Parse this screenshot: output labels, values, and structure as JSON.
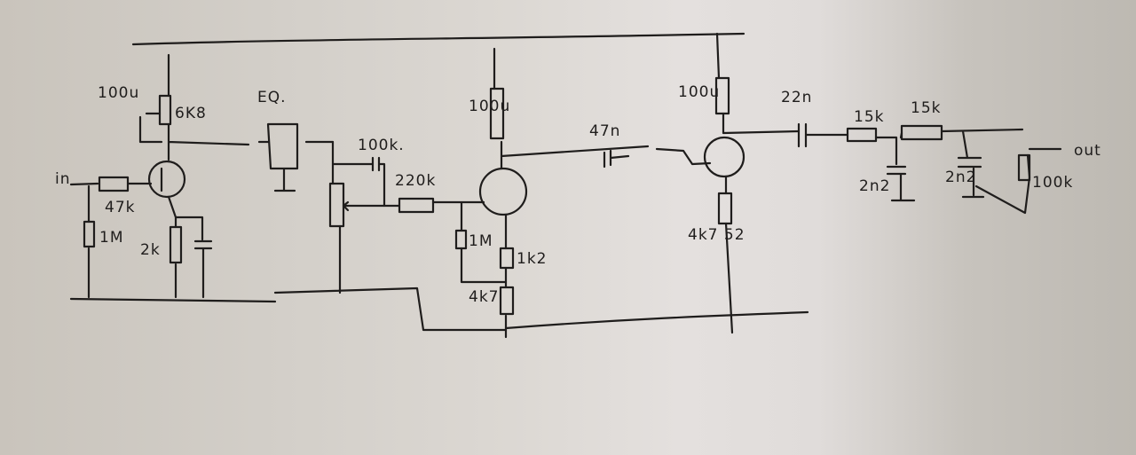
{
  "title": "Hand-drawn preamp / EQ schematic",
  "labels": {
    "input": "in",
    "output": "out",
    "eq": "EQ.",
    "stage1": {
      "drain_cap": "100u",
      "drain_res": "6K8",
      "gate_res": "47k",
      "gate_pulldown": "1M",
      "source_res": "2k"
    },
    "stage2": {
      "pot": "100k.",
      "series_res": "220k",
      "gate_res": "1M",
      "drain_cap": "100u",
      "source_res1": "1k2",
      "source_res2": "4k7"
    },
    "coupling_cap": "47n",
    "stage3": {
      "drain_cap": "100u",
      "source_res": "4k7 52"
    },
    "output_cap": "22n",
    "filter": {
      "r1": "15k",
      "c1": "2n2",
      "r2": "15k",
      "c2": "2n2",
      "volume_pot": "100k"
    }
  }
}
